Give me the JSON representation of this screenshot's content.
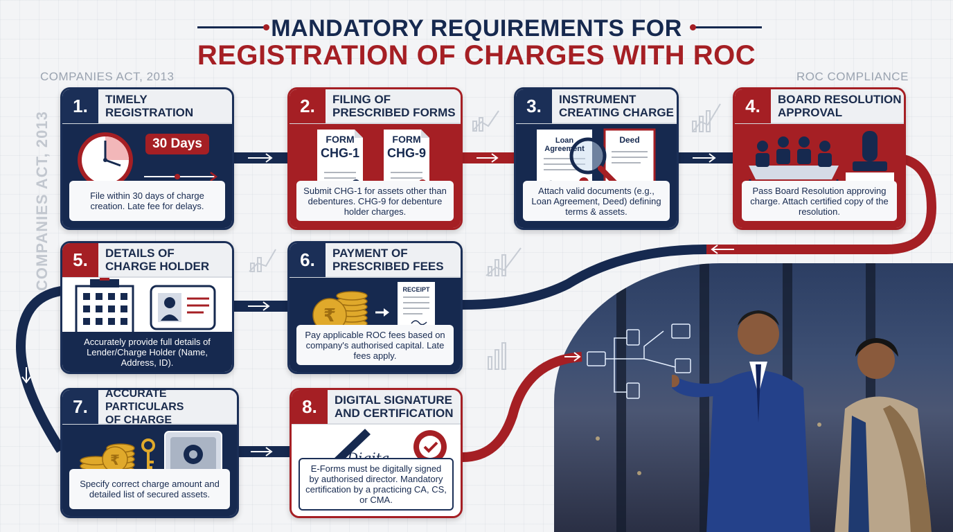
{
  "title": {
    "line1": "MANDATORY REQUIREMENTS FOR",
    "line2": "REGISTRATION OF CHARGES WITH ROC"
  },
  "labels": {
    "left": "COMPANIES ACT, 2013",
    "right": "ROC COMPLIANCE",
    "vertical": "COMPANIES ACT, 2013"
  },
  "colors": {
    "navy": "#16294f",
    "red": "#a51f24",
    "light": "#f3f4f6"
  },
  "steps": [
    {
      "num": "1.",
      "title": "TIMELY\nREGISTRATION",
      "theme": "navy",
      "badge": "30 Days",
      "timeline_label": "timeline",
      "icon": "clock-icon",
      "desc": "File within 30 days of charge creation. Late fee for delays."
    },
    {
      "num": "2.",
      "title": "FILING OF\nPRESCRIBED FORMS",
      "theme": "red",
      "form1_top": "FORM",
      "form1": "CHG-1",
      "form2_top": "FORM",
      "form2": "CHG-9",
      "icon": "document-icon",
      "desc": "Submit CHG-1 for assets other than debentures. CHG-9 for debenture holder charges."
    },
    {
      "num": "3.",
      "title": "INSTRUMENT\nCREATING CHARGE",
      "theme": "navy",
      "doc1": "Loan Agreement",
      "doc2": "Deed",
      "icon": "magnifier-icon",
      "desc": "Attach valid documents (e.g., Loan Agreement, Deed) defining terms & assets."
    },
    {
      "num": "4.",
      "title": "BOARD RESOLUTION\nAPPROVAL",
      "theme": "red",
      "icon": "stamp-icon",
      "desc": "Pass Board Resolution approving charge. Attach certified copy of the resolution."
    },
    {
      "num": "5.",
      "title": "DETAILS OF\nCHARGE HOLDER",
      "theme": "navy",
      "icon": "building-icon",
      "desc": "Accurately provide full details of Lender/Charge Holder (Name, Address, ID)."
    },
    {
      "num": "6.",
      "title": "PAYMENT OF\nPRESCRIBED FEES",
      "theme": "navy",
      "receipt": "RECEIPT",
      "icon": "rupee-coin-icon",
      "desc": "Pay applicable ROC fees based on company's authorised capital. Late fees apply."
    },
    {
      "num": "7.",
      "title": "ACCURATE PARTICULARS\nOF CHARGE",
      "theme": "navy",
      "icon": "safe-icon",
      "desc": "Specify correct charge amount and detailed list of secured assets."
    },
    {
      "num": "8.",
      "title": "DIGITAL SIGNATURE\nAND CERTIFICATION",
      "theme": "red",
      "signature": "Digita",
      "icon": "certified-badge-icon",
      "desc": "E-Forms must be digitally signed by authorised director. Mandatory certification by a practicing CA, CS, or CMA."
    }
  ]
}
